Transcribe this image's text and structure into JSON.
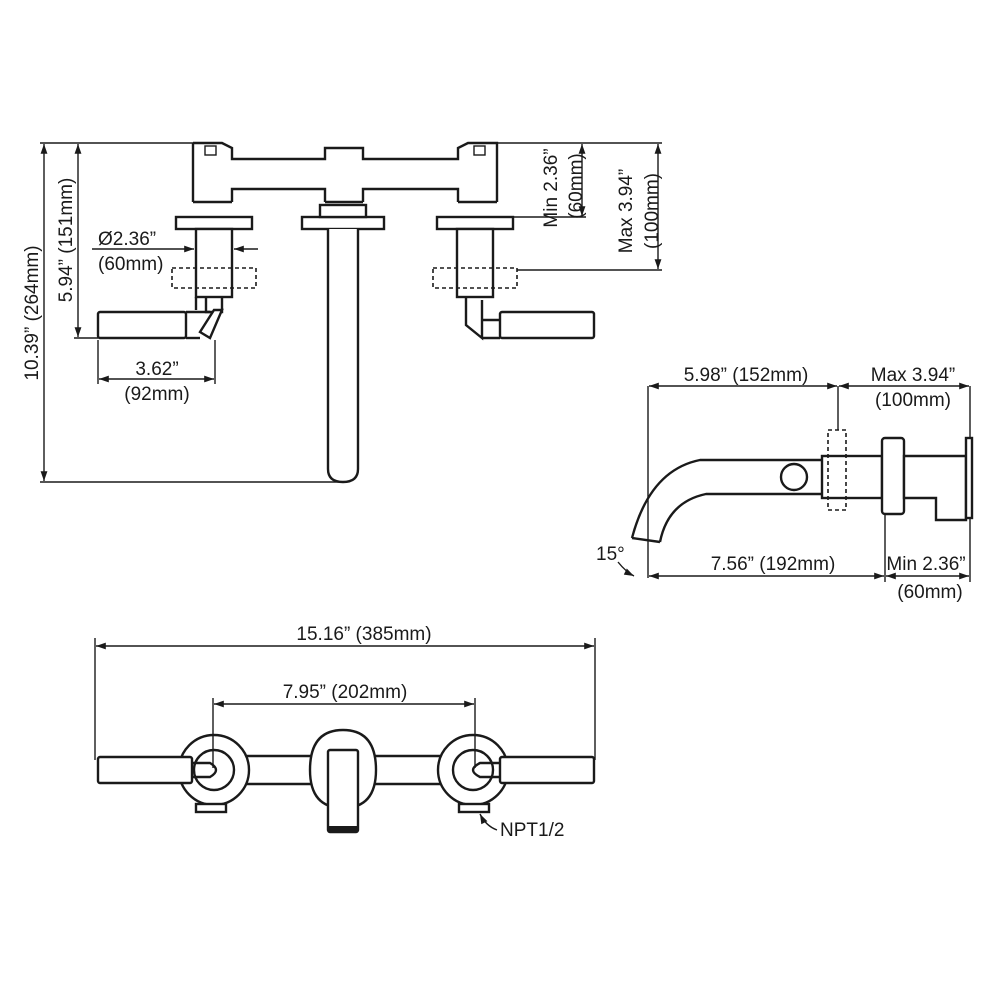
{
  "front_view": {
    "overall_height": "10.39” (264mm)",
    "body_to_handle_height": "5.94” (151mm)",
    "flange_diameter_in": "Ø2.36”",
    "flange_diameter_mm": "(60mm)",
    "handle_length_in": "3.62”",
    "handle_length_mm": "(92mm)",
    "min_depth_in": "Min 2.36”",
    "min_depth_mm": "(60mm)",
    "max_depth_in": "Max 3.94”",
    "max_depth_mm": "(100mm)"
  },
  "side_view": {
    "spout_reach": "5.98” (152mm)",
    "max_depth_in": "Max 3.94”",
    "max_depth_mm": "(100mm)",
    "spout_angle": "15°",
    "outlet_reach": "7.56” (192mm)",
    "min_depth_in": "Min 2.36”",
    "min_depth_mm": "(60mm)"
  },
  "top_view": {
    "overall_width": "15.16” (385mm)",
    "handle_spacing": "7.95” (202mm)",
    "inlet_thread": "NPT1/2"
  }
}
